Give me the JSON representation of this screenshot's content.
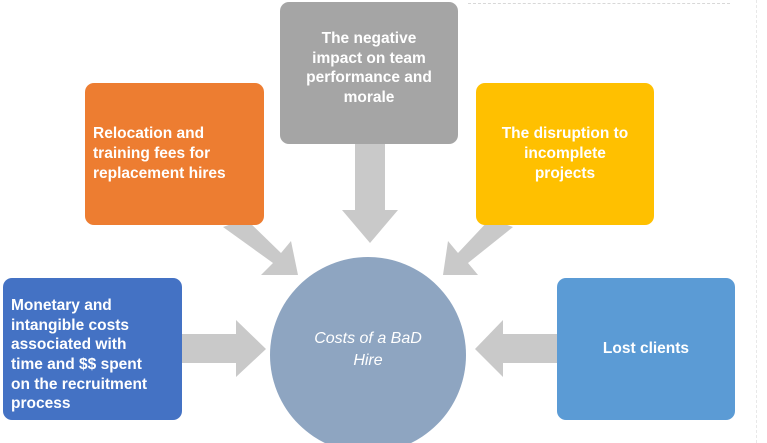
{
  "diagram": {
    "center": "Costs of a BaD\nHire",
    "boxes": {
      "top": "The negative\nimpact on team\nperformance and\nmorale",
      "upper_left": "Relocation and\ntraining fees for\nreplacement hires",
      "upper_right": "The disruption to\nincomplete\nprojects",
      "lower_left": "Monetary and\nintangible costs\nassociated with\ntime and $$ spent\non the recruitment\nprocess",
      "lower_right": "Lost clients"
    },
    "colors": {
      "gray": "#a5a5a5",
      "orange": "#ed7d31",
      "yellow": "#ffc000",
      "blue": "#4472c4",
      "light_blue": "#5b9bd5",
      "circle": "#8ea5c1",
      "arrow": "#c9c9c9"
    }
  }
}
